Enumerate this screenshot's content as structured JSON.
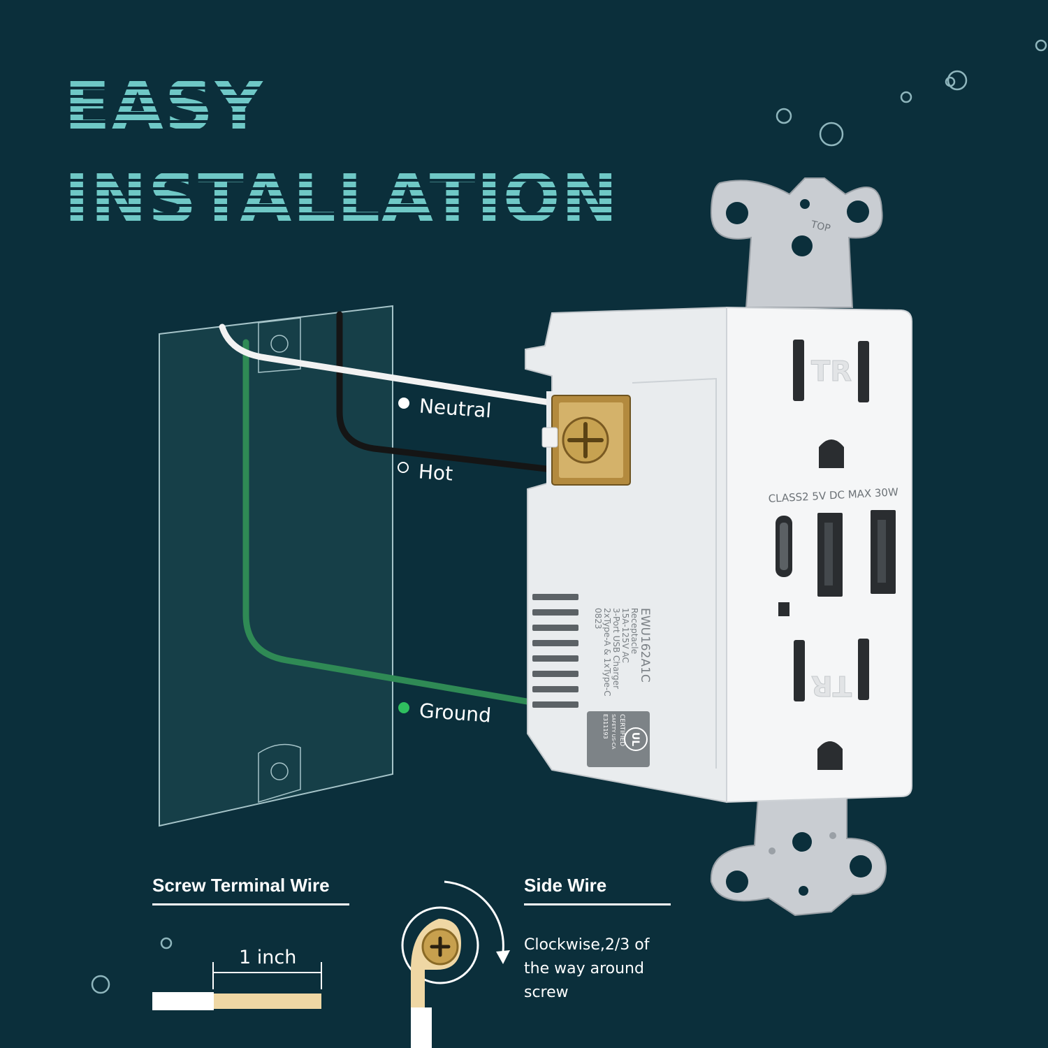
{
  "title": {
    "line1": "EASY",
    "line2": "INSTALLATION"
  },
  "wires": [
    {
      "label": "Neutral",
      "color": "#ffffff"
    },
    {
      "label": "Hot",
      "color": "#1a1a1a"
    },
    {
      "label": "Ground",
      "color": "#2e8b57"
    }
  ],
  "outlet": {
    "top_mark": "TOP",
    "tr_mark": "TR",
    "usb_rating": "CLASS2 5V DC MAX 30W",
    "side_label": [
      "EWU162A1C",
      "Receptacle",
      "15A-125V AC",
      "3-Port USB Charger",
      "2xType-A & 1xType-C",
      "0823"
    ],
    "cert_text": [
      "CERTIFIED",
      "SAFETY US-CA",
      "E311193"
    ],
    "cert_logo": "UL"
  },
  "screw_terminal": {
    "title": "Screw Terminal Wire",
    "strip_length": "1 inch"
  },
  "side_wire": {
    "title": "Side Wire",
    "instruction": "Clockwise,2/3 of the way around screw"
  },
  "colors": {
    "background": "#0b2f3b",
    "accent": "#6fc8c6",
    "copper": "#efd7a4",
    "ground": "#2e8b57"
  },
  "icons": [
    "screw-head-icon",
    "clockwise-arrow-icon",
    "bubble-decoration"
  ]
}
